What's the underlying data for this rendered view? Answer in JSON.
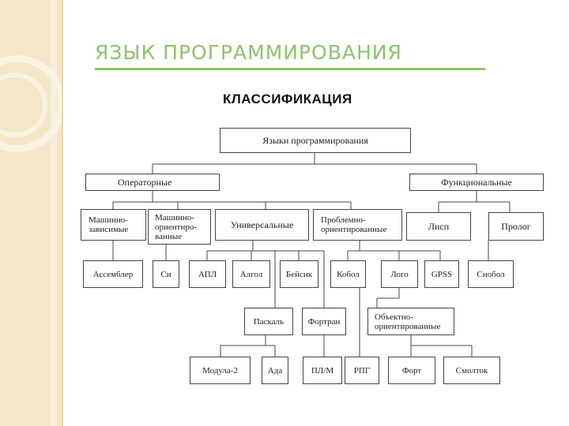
{
  "slide": {
    "title": "ЯЗЫК ПРОГРАММИРОВАНИЯ",
    "subtitle": "КЛАССИФИКАЦИЯ"
  },
  "theme": {
    "title_color": "#8cc36b",
    "sidebar_color": "#f3e7c8",
    "line_color": "#444444"
  },
  "diagram": {
    "root": "Языки программирования",
    "level1": {
      "operator": "Операторные",
      "functional": "Функциональные"
    },
    "level2": {
      "machine_dependent": "Машинно-\nзависимые",
      "machine_oriented": "Машинно-\nориентиро-\nванные",
      "universal": "Универсальные",
      "problem_oriented": "Проблемно-\nориентированные",
      "lisp": "Лисп",
      "prolog": "Пролог"
    },
    "level3": {
      "assembler": "Ассемблер",
      "c": "Си",
      "apl": "АПЛ",
      "algol": "Алгол",
      "basic": "Бейсик",
      "cobol": "Кобол",
      "logo": "Лого",
      "gpss": "GPSS",
      "snobol": "Снобол"
    },
    "level4": {
      "pascal": "Паскаль",
      "fortran": "Фортран",
      "object_oriented": "Объектно-\nориентированные"
    },
    "level5": {
      "modula2": "Модула-2",
      "ada": "Ада",
      "pl1": "ПЛ/М",
      "rpg": "РПГ",
      "forth": "Форт",
      "smalltalk": "Смолток"
    }
  }
}
